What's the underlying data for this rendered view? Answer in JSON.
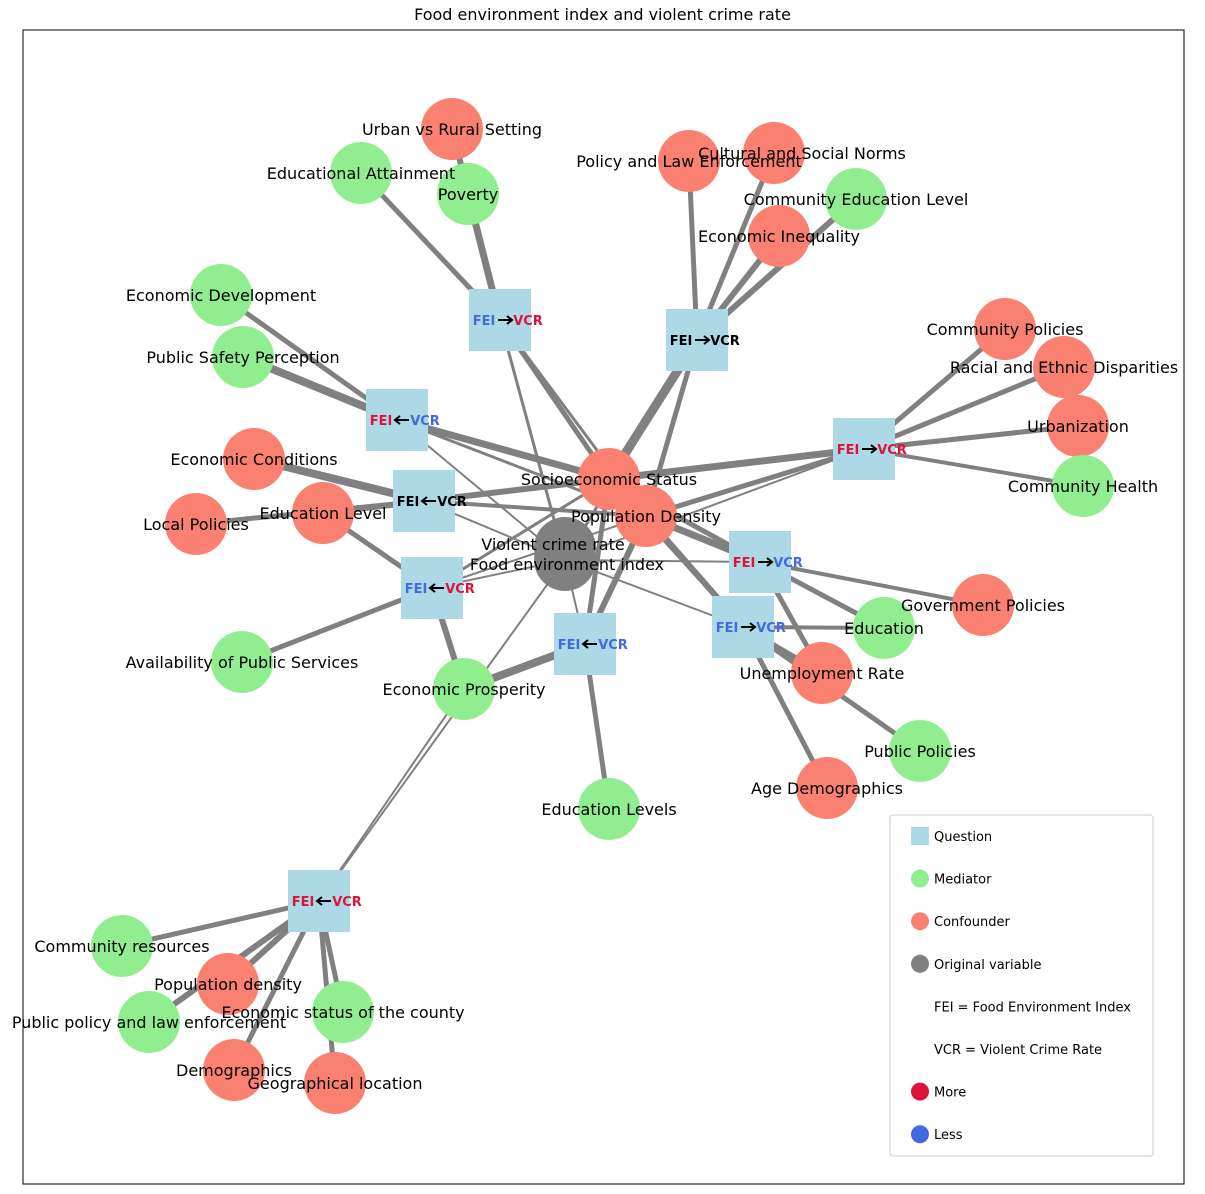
{
  "title": "Food environment index and violent crime rate",
  "colors": {
    "question": "#ADD8E6",
    "mediator": "#90EE90",
    "confounder": "#FA8072",
    "original": "#808080",
    "more": "#DC143C",
    "less": "#4169E1",
    "neutral": "#000000",
    "edge": "#808080"
  },
  "legend": [
    {
      "kind": "question",
      "label": "Question"
    },
    {
      "kind": "mediator",
      "label": "Mediator"
    },
    {
      "kind": "confounder",
      "label": "Confounder"
    },
    {
      "kind": "original",
      "label": "Original variable"
    },
    {
      "kind": "note",
      "label": "FEI = Food Environment Index"
    },
    {
      "kind": "note",
      "label": "VCR = Violent Crime Rate"
    },
    {
      "kind": "more",
      "label": "More"
    },
    {
      "kind": "less",
      "label": "Less"
    }
  ],
  "original_labels": [
    "Violent crime rate",
    "Food environment index"
  ],
  "questions": [
    {
      "id": "q1",
      "left": "FEI",
      "right": "VCR",
      "dir": "right",
      "lc": "less",
      "rc": "more"
    },
    {
      "id": "q2",
      "left": "FEI",
      "right": "VCR",
      "dir": "right",
      "lc": "neutral",
      "rc": "neutral"
    },
    {
      "id": "q3",
      "left": "FEI",
      "right": "VCR",
      "dir": "left",
      "lc": "more",
      "rc": "less"
    },
    {
      "id": "q4",
      "left": "FEI",
      "right": "VCR",
      "dir": "right",
      "lc": "more",
      "rc": "more"
    },
    {
      "id": "q5",
      "left": "FEI",
      "right": "VCR",
      "dir": "left",
      "lc": "neutral",
      "rc": "neutral"
    },
    {
      "id": "q6",
      "left": "FEI",
      "right": "VCR",
      "dir": "left",
      "lc": "less",
      "rc": "more"
    },
    {
      "id": "q7",
      "left": "FEI",
      "right": "VCR",
      "dir": "right",
      "lc": "more",
      "rc": "less"
    },
    {
      "id": "q8",
      "left": "FEI",
      "right": "VCR",
      "dir": "left",
      "lc": "less",
      "rc": "less"
    },
    {
      "id": "q9",
      "left": "FEI",
      "right": "VCR",
      "dir": "right",
      "lc": "less",
      "rc": "less"
    },
    {
      "id": "q10",
      "left": "FEI",
      "right": "VCR",
      "dir": "left",
      "lc": "more",
      "rc": "more"
    }
  ],
  "nodes": [
    {
      "id": "urban",
      "label": "Urban vs Rural Setting",
      "kind": "confounder"
    },
    {
      "id": "eduatt",
      "label": "Educational Attainment",
      "kind": "mediator"
    },
    {
      "id": "poverty",
      "label": "Poverty",
      "kind": "mediator"
    },
    {
      "id": "policylaw",
      "label": "Policy and Law Enforcement",
      "kind": "confounder"
    },
    {
      "id": "cultural",
      "label": "Cultural and Social Norms",
      "kind": "confounder"
    },
    {
      "id": "commedu",
      "label": "Community Education Level",
      "kind": "mediator"
    },
    {
      "id": "econineq",
      "label": "Economic Inequality",
      "kind": "confounder"
    },
    {
      "id": "econdev",
      "label": "Economic Development",
      "kind": "mediator"
    },
    {
      "id": "pubsafety",
      "label": "Public Safety Perception",
      "kind": "mediator"
    },
    {
      "id": "commpol",
      "label": "Community Policies",
      "kind": "confounder"
    },
    {
      "id": "racial",
      "label": "Racial and Ethnic Disparities",
      "kind": "confounder"
    },
    {
      "id": "urbanization",
      "label": "Urbanization",
      "kind": "confounder"
    },
    {
      "id": "commhealth",
      "label": "Community Health",
      "kind": "mediator"
    },
    {
      "id": "econcond",
      "label": "Economic Conditions",
      "kind": "confounder"
    },
    {
      "id": "localpol",
      "label": "Local Policies",
      "kind": "confounder"
    },
    {
      "id": "edulevel",
      "label": "Education Level",
      "kind": "confounder"
    },
    {
      "id": "ses",
      "label": "Socioeconomic Status",
      "kind": "confounder"
    },
    {
      "id": "popdens",
      "label": "Population Density",
      "kind": "confounder"
    },
    {
      "id": "govpol",
      "label": "Government Policies",
      "kind": "confounder"
    },
    {
      "id": "education",
      "label": "Education",
      "kind": "mediator"
    },
    {
      "id": "availpub",
      "label": "Availability of Public Services",
      "kind": "mediator"
    },
    {
      "id": "econpros",
      "label": "Economic Prosperity",
      "kind": "mediator"
    },
    {
      "id": "unemp",
      "label": "Unemployment Rate",
      "kind": "confounder"
    },
    {
      "id": "pubpol",
      "label": "Public Policies",
      "kind": "mediator"
    },
    {
      "id": "agedemo",
      "label": "Age Demographics",
      "kind": "confounder"
    },
    {
      "id": "edulevels",
      "label": "Education Levels",
      "kind": "mediator"
    },
    {
      "id": "commres",
      "label": "Community resources",
      "kind": "mediator"
    },
    {
      "id": "popdens2",
      "label": "Population density",
      "kind": "confounder"
    },
    {
      "id": "pubpolicylaw",
      "label": "Public policy and law enforcement",
      "kind": "mediator"
    },
    {
      "id": "econstatus",
      "label": "Economic status of the county",
      "kind": "mediator"
    },
    {
      "id": "demographics",
      "label": "Demographics",
      "kind": "confounder"
    },
    {
      "id": "geoloc",
      "label": "Geographical location",
      "kind": "confounder"
    }
  ]
}
